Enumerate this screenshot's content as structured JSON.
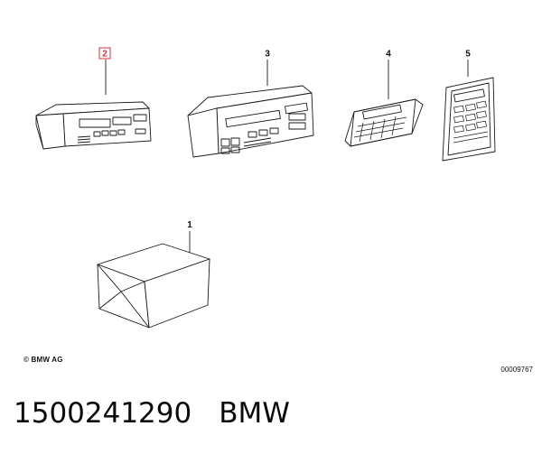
{
  "callouts": {
    "part1": "1",
    "part2": "2",
    "part3": "3",
    "part4": "4",
    "part5": "5"
  },
  "colors": {
    "highlight": "#d8333a",
    "line": "#1a1a1a"
  },
  "copyright": "© BMW AG",
  "drawing_id": "00009767",
  "footer": {
    "part_number": "1500241290",
    "brand": "BMW"
  }
}
